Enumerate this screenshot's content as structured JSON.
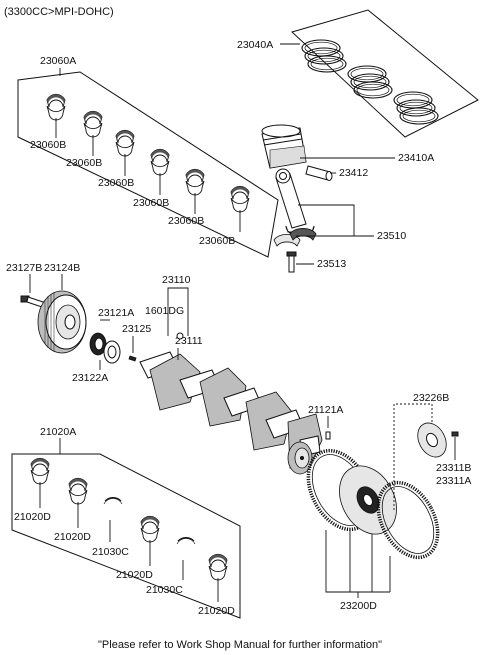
{
  "header": "(3300CC>MPI-DOHC)",
  "footer": "\"Please refer to Work Shop Manual for further information\"",
  "labels": {
    "p23040A": "23040A",
    "p23060A": "23060A",
    "p23060B": "23060B",
    "p23410A": "23410A",
    "p23412": "23412",
    "p23510": "23510",
    "p23513": "23513",
    "p23127B": "23127B",
    "p23124B": "23124B",
    "p23110": "23110",
    "p1601DG": "1601DG",
    "p23121A": "23121A",
    "p23125": "23125",
    "p23111": "23111",
    "p23122A": "23122A",
    "p23226B": "23226B",
    "p21121A": "21121A",
    "p23311B": "23311B",
    "p23311A": "23311A",
    "p21020A": "21020A",
    "p21020D": "21020D",
    "p21030C": "21030C",
    "p23200D": "23200D"
  }
}
